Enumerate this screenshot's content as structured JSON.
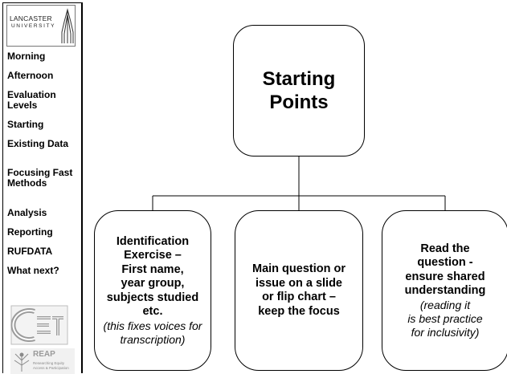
{
  "sidebar": {
    "logo": {
      "text_top": "LANCASTER",
      "text_bottom": "UNIVERSITY"
    },
    "items": [
      {
        "label": "Morning"
      },
      {
        "label": "Afternoon"
      },
      {
        "label": "Evaluation Levels"
      },
      {
        "label": "Starting"
      },
      {
        "label": "Existing Data"
      },
      {
        "label": "Focusing Fast Methods"
      },
      {
        "label": "Analysis"
      },
      {
        "label": "Reporting"
      },
      {
        "label": "RUFDATA"
      },
      {
        "label": "What next?"
      }
    ],
    "cset_logo": "CSET",
    "reap_logo": {
      "title": "REAP",
      "subtitle_line1": "Researching Equity",
      "subtitle_line2": "Access & Participation"
    }
  },
  "diagram": {
    "root": {
      "label": "Starting\nPoints"
    },
    "children": [
      {
        "label": "Identification\nExercise –\nFirst name,\nyear group,\nsubjects studied\netc.",
        "note": "(this fixes voices for\ntranscription)"
      },
      {
        "label": "Main question or\nissue on a slide\nor flip chart –\nkeep the focus",
        "note": ""
      },
      {
        "label": "Read the\nquestion -\nensure shared\nunderstanding",
        "note": "(reading it\nis best practice\nfor inclusivity)"
      }
    ]
  },
  "colors": {
    "border": "#000000",
    "background": "#ffffff",
    "logo_grey": "#9a9a9a"
  }
}
